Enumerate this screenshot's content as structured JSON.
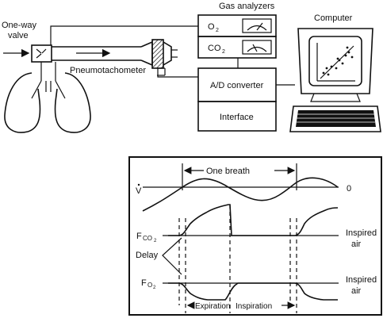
{
  "labels": {
    "gas_analyzers": "Gas analyzers",
    "o2": "O",
    "o2_sub": "2",
    "co2": "CO",
    "co2_sub": "2",
    "computer": "Computer",
    "one_way_valve_line1": "One-way",
    "one_way_valve_line2": "valve",
    "pneumotachometer": "Pneumotachometer",
    "ad_converter": "A/D converter",
    "interface": "Interface"
  },
  "graph": {
    "one_breath": "One breath",
    "vdot": "V",
    "zero": "0",
    "fco2": "F",
    "fco2_sub": "CO",
    "fco2_sub2": "2",
    "fo2": "F",
    "fo2_sub": "O",
    "fo2_sub2": "2",
    "delay": "Delay",
    "inspired_air_1_line1": "Inspired",
    "inspired_air_1_line2": "air",
    "inspired_air_2_line1": "Inspired",
    "inspired_air_2_line2": "air",
    "expiration": "Expiration",
    "inspiration": "Inspiration"
  }
}
